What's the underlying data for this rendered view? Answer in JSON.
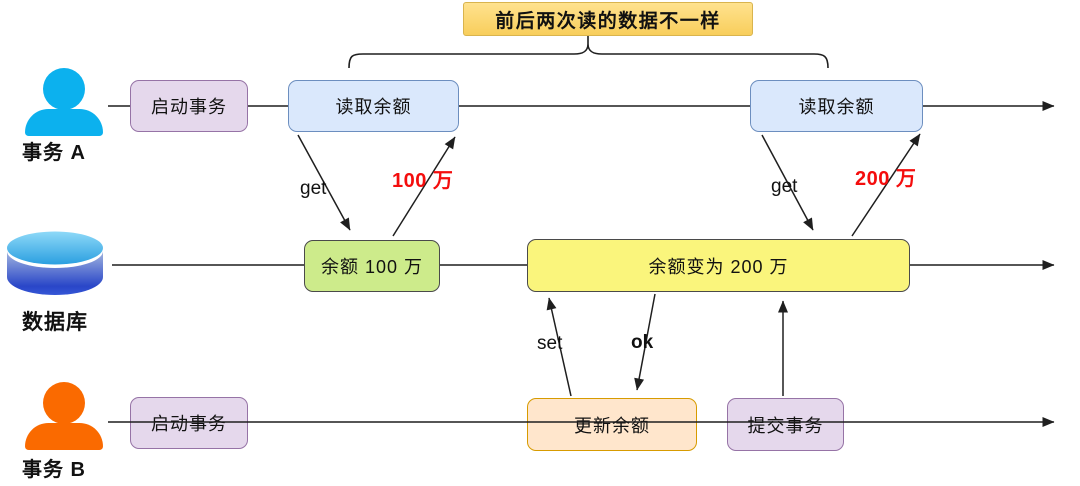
{
  "note": {
    "text": "前后两次读的数据不一样"
  },
  "lanes": {
    "a": {
      "label": "事务 A",
      "boxes": [
        "启动事务",
        "读取余额",
        "读取余额"
      ]
    },
    "db": {
      "label": "数据库",
      "boxes": [
        "余额 100 万",
        "余额变为 200 万"
      ]
    },
    "b": {
      "label": "事务 B",
      "boxes": [
        "启动事务",
        "更新余额",
        "提交事务"
      ]
    }
  },
  "messages": {
    "get1": "get",
    "value1": "100 万",
    "get2": "get",
    "value2": "200 万",
    "set": "set",
    "ok": "ok"
  },
  "colors": {
    "accent_red": "#F40D0D",
    "line": "#1F1F1F",
    "person_a": "#0CB1EE",
    "person_b": "#FA6A00",
    "note_stroke": "#D9B44E",
    "blue_fill": "#DAE8FC",
    "blue_stroke": "#6C8EBF",
    "green_fill": "#CDEB8B",
    "green_stroke": "#4A4A4A",
    "yellow_fill": "#FAF57C",
    "yellow_stroke": "#4A4A4A",
    "purple_fill": "#E5D8EC",
    "purple_stroke": "#9673A6",
    "orange_fill": "#FFE6CC",
    "orange_stroke": "#D79B00",
    "db_top_light": "#8ED9F8",
    "db_top_dark": "#2B9FE0",
    "db_body_light": "#A3B6DF",
    "db_body_dark": "#2946C8"
  }
}
